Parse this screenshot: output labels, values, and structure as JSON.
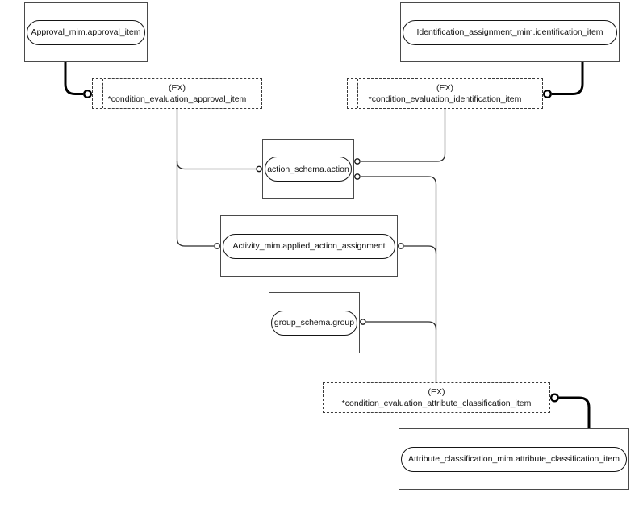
{
  "colors": {
    "background": "#ffffff",
    "line": "#000000",
    "box_border": "#4a4a4a"
  },
  "entities": {
    "approval": {
      "label": "Approval_mim.approval_item"
    },
    "identification": {
      "label": "Identification_assignment_mim.identification_item"
    },
    "action": {
      "label": "action_schema.action"
    },
    "activity": {
      "label": "Activity_mim.applied_action_assignment"
    },
    "group": {
      "label": "group_schema.group"
    },
    "attribute_classification": {
      "label": "Attribute_classification_mim.attribute_classification_item"
    }
  },
  "selects": {
    "approval_item": {
      "tag": "(EX)",
      "label": "*condition_evaluation_approval_item"
    },
    "identification_item": {
      "tag": "(EX)",
      "label": "*condition_evaluation_identification_item"
    },
    "attribute_classification_item": {
      "tag": "(EX)",
      "label": "*condition_evaluation_attribute_classification_item"
    }
  }
}
